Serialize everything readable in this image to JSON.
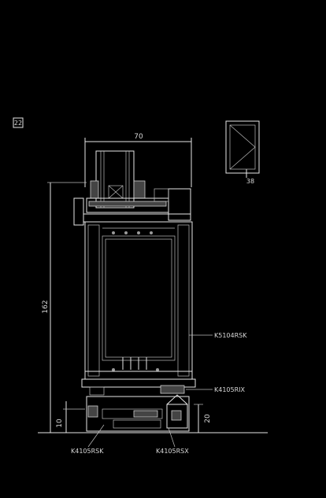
{
  "detail_badge": "22",
  "legend_icon_label": "38",
  "dimensions": {
    "width": "70",
    "height": "162",
    "sill_height": "20",
    "offset": "10"
  },
  "part_codes": {
    "sash_profile": "K5104RSK",
    "drip_profile": "K4105RIX",
    "bottom_left_profile": "K4105RSK",
    "bottom_right_profile": "K4105RSX"
  }
}
